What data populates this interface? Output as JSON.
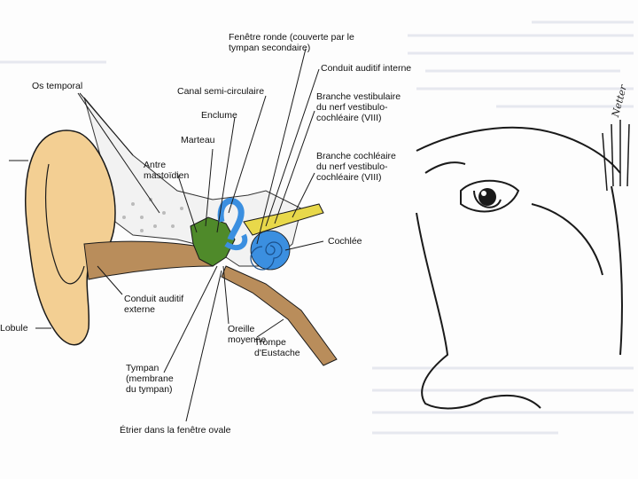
{
  "labels": {
    "os_temporal": "Os temporal",
    "fenetre_ronde": "Fenêtre ronde (couverte par le\ntympan secondaire)",
    "conduit_interne": "Conduit auditif interne",
    "canal": "Canal semi-circulaire",
    "enclume": "Enclume",
    "marteau": "Marteau",
    "antre": "Antre\nmastoïdien",
    "branche_vest": "Branche vestibulaire\ndu nerf vestibulo-\ncochléaire (VIII)",
    "branche_coch": "Branche cochléaire\ndu nerf vestibulo-\ncochléaire (VIII)",
    "cochlee": "Cochlée",
    "conduit_externe": "Conduit auditif\nexterne",
    "lobule": "Lobule",
    "oreille_moyenne": "Oreille\nmoyenne",
    "tympan": "Tympan\n(membrane\ndu tympan)",
    "trompe": "Trompe\nd'Eustache",
    "etrier": "Étrier dans la fenêtre ovale"
  },
  "colors": {
    "auricle": "#f3cf93",
    "canal_brown": "#b98d5b",
    "ossicles": "#4f8a2a",
    "labyrinth": "#3b8fe0",
    "nerve": "#e8d84a",
    "line": "#1a1a1a"
  },
  "signature": "Netter"
}
